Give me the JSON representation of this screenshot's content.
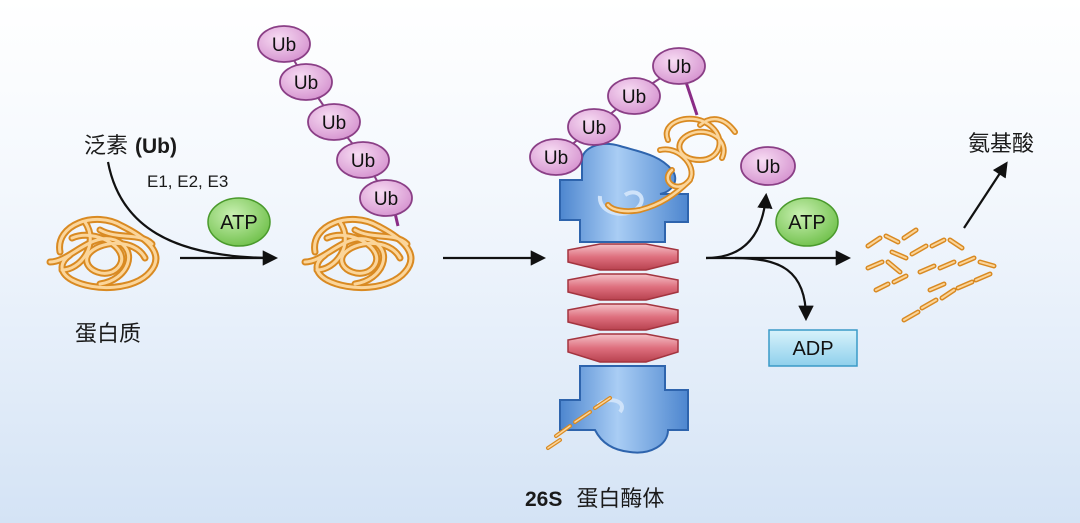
{
  "labels": {
    "ubiquitin_prefix": "泛素 ",
    "ubiquitin_abbr": "(Ub)",
    "enzymes": "E1, E2, E3",
    "protein": "蛋白质",
    "proteasome_prefix": "26S",
    "proteasome_name": "蛋白酶体",
    "amino_acids": "氨基酸"
  },
  "molecules": {
    "ub": "Ub",
    "atp": "ATP",
    "adp": "ADP"
  },
  "colors": {
    "ub_fill": "#e3a9dc",
    "ub_stroke": "#8a3f86",
    "atp_fill": "#8fd46f",
    "adp_fill": "#b9e6f6",
    "protein_fold": "#f0aa3e",
    "proteasome_cap": "#6aa0de",
    "proteasome_core": "#e4808d"
  }
}
